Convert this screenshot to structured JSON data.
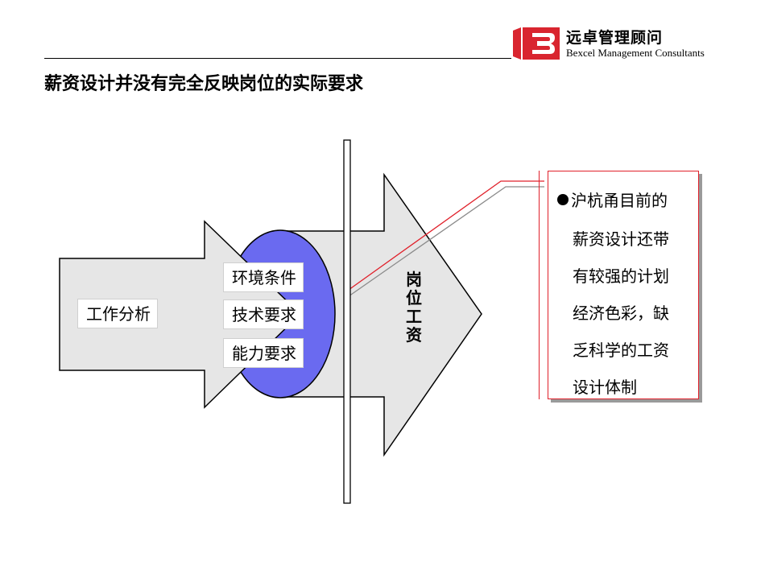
{
  "header": {
    "logo_cn": "远卓管理顾问",
    "logo_en": "Bexcel Management Consultants",
    "logo_color": "#d9252f"
  },
  "title": "薪资设计并没有完全反映岗位的实际要求",
  "diagram": {
    "left_arrow_label": "工作分析",
    "factors": [
      "环境条件",
      "技术要求",
      "能力要求"
    ],
    "right_arrow_label": [
      "岗",
      "位",
      "工",
      "资"
    ],
    "ellipse_color": "#6a6af0",
    "arrow_fill": "#e6e6e6"
  },
  "callout": {
    "lines": [
      "沪杭甬目前的",
      "薪资设计还带",
      "有较强的计划",
      "经济色彩，缺",
      "乏科学的工资",
      "设计体制"
    ],
    "border_color": "#e0202a"
  }
}
